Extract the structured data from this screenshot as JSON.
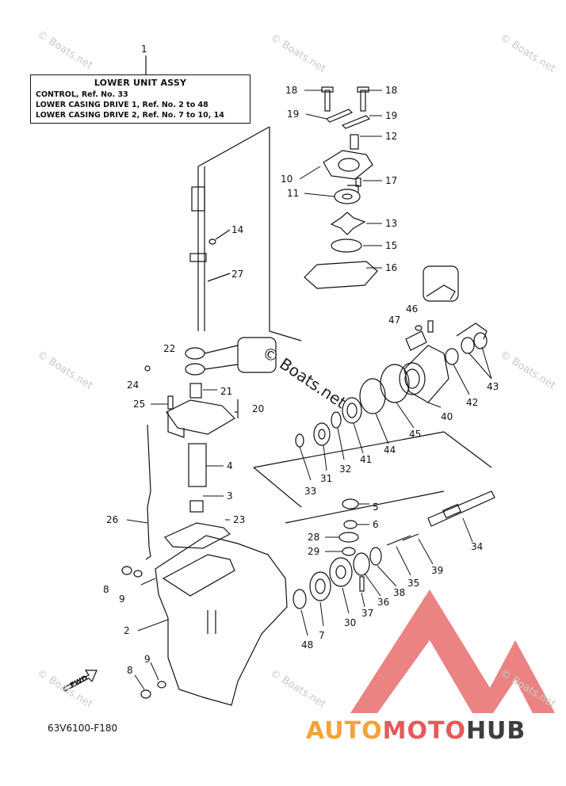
{
  "title_box": {
    "ref": "1",
    "heading": "LOWER UNIT ASSY",
    "rows": [
      "CONTROL,  Ref. No. 33",
      "LOWER CASING DRIVE 1,  Ref. No. 2 to 48",
      "LOWER CASING DRIVE 2,  Ref. No. 7 to 10, 14"
    ]
  },
  "watermark": "© Boats.net",
  "diagram_code": "63V6100-F180",
  "fwd_label": "FWD",
  "brand": {
    "part_a": "AUTO",
    "part_b": "MOTO",
    "part_c": "HUB"
  },
  "colors": {
    "line": "#111111",
    "brand_orange": "#f3a33a",
    "brand_red": "#e45a5a",
    "brand_dark": "#3e3e3e",
    "watermark": "#c9c9c9"
  },
  "callouts": [
    "18",
    "18",
    "19",
    "19",
    "12",
    "10",
    "11",
    "17",
    "13",
    "15",
    "16",
    "14",
    "27",
    "46",
    "47",
    "22",
    "24",
    "21",
    "25",
    "20",
    "43",
    "42",
    "40",
    "45",
    "44",
    "41",
    "32",
    "31",
    "33",
    "4",
    "3",
    "26",
    "23",
    "5",
    "6",
    "28",
    "29",
    "34",
    "39",
    "35",
    "8",
    "9",
    "38",
    "36",
    "37",
    "30",
    "7",
    "48",
    "2",
    "9",
    "8"
  ]
}
